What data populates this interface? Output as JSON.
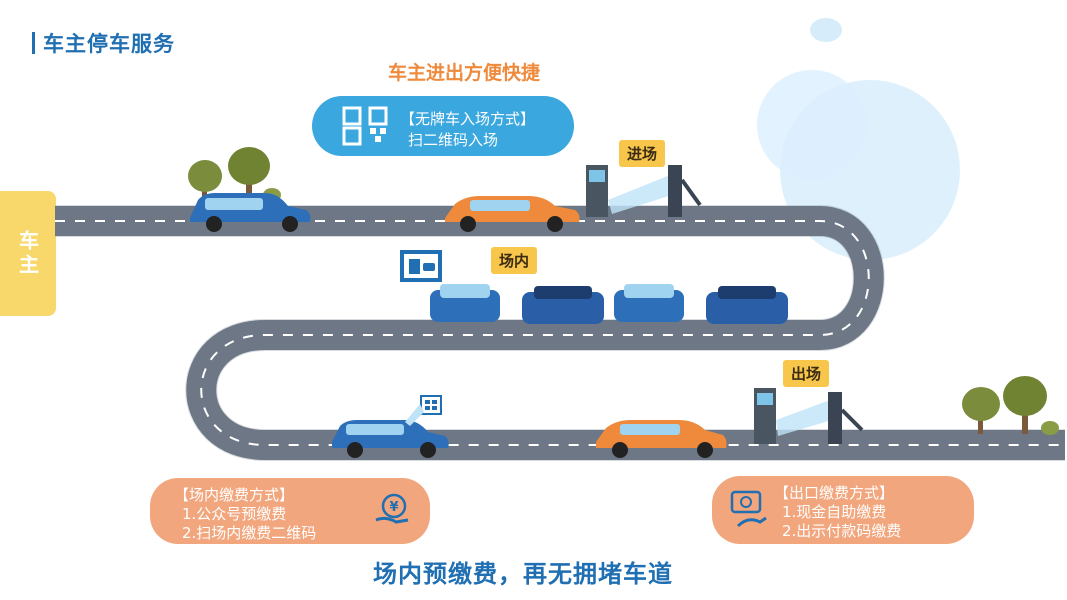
{
  "header": {
    "title": "车主停车服务"
  },
  "top_caption": "车主进出方便快捷",
  "side_tab": {
    "label": "车主"
  },
  "entry_bubble": {
    "line1": "【无牌车入场方式】",
    "line2": "扫二维码入场"
  },
  "labels": {
    "entry": "进场",
    "inside": "场内",
    "exit": "出场"
  },
  "inside_payment": {
    "heading": "【场内缴费方式】",
    "item1": "1.公众号预缴费",
    "item2": "2.扫场内缴费二维码"
  },
  "exit_payment": {
    "heading": "【出口缴费方式】",
    "item1": "1.现金自助缴费",
    "item2": "2.出示付款码缴费"
  },
  "bottom_caption": "场内预缴费，再无拥堵车道",
  "colors": {
    "brand_blue": "#1f6fb2",
    "accent_orange": "#ef8a3c",
    "road": "#5b6677",
    "tag_yellow": "#f7c64a",
    "bubble_orange": "#f2a67d",
    "bubble_blue": "#3aa7df"
  },
  "icons": [
    "qr-code-icon",
    "parking-icon",
    "yuan-coin-hand-icon",
    "cash-machine-icon",
    "barrier-gate-icon",
    "tree-icon",
    "car-icon"
  ]
}
